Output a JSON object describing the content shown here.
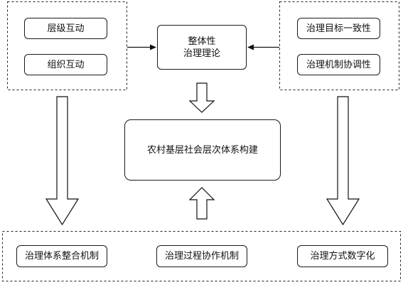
{
  "left_group": {
    "items": [
      "层级互动",
      "组织互动"
    ]
  },
  "right_group": {
    "items": [
      "治理目标一致性",
      "治理机制协调性"
    ]
  },
  "theory_box": {
    "line1": "整体性",
    "line2": "治理理论"
  },
  "center_box": {
    "label": "农村基层社会层次体系构建"
  },
  "bottom_group": {
    "items": [
      "治理体系整合机制",
      "治理过程协作机制",
      "治理方式数字化"
    ]
  }
}
